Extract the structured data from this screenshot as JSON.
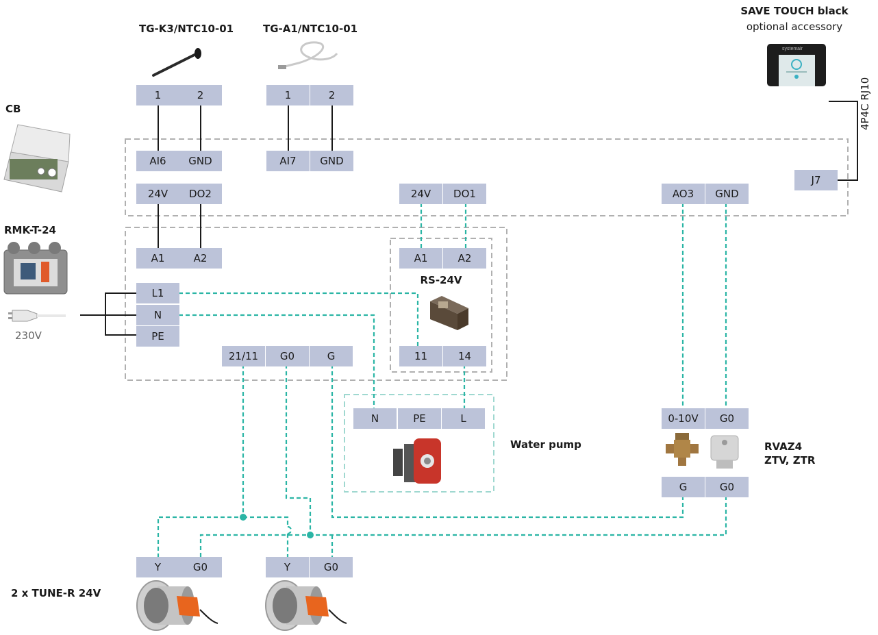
{
  "labels": {
    "tgk3": "TG-K3/NTC10-01",
    "tga1": "TG-A1/NTC10-01",
    "save_touch_title": "SAVE TOUCH black",
    "save_touch_sub": "optional accessory",
    "rj10": "4P4C RJ10",
    "cb": "CB",
    "rmk": "RMK-T-24",
    "v230": "230V",
    "rs24v": "RS-24V",
    "water_pump": "Water pump",
    "rvaz4": "RVAZ4",
    "ztv": "ZTV, ZTR",
    "tune_r": "2 x TUNE-R 24V",
    "device_brand": "systemair"
  },
  "terminals": {
    "tgk3_1": "1",
    "tgk3_2": "2",
    "tga1_1": "1",
    "tga1_2": "2",
    "ai6": "AI6",
    "gnd_cb1": "GND",
    "ai7": "AI7",
    "gnd_cb2": "GND",
    "j7": "J7",
    "v24_a": "24V",
    "do2": "DO2",
    "v24_b": "24V",
    "do1": "DO1",
    "ao3": "AO3",
    "gnd_ao": "GND",
    "rmk_a1": "A1",
    "rmk_a2": "A2",
    "rs_a1": "A1",
    "rs_a2": "A2",
    "l1": "L1",
    "n": "N",
    "pe": "PE",
    "t2111": "21/11",
    "g0_rmk": "G0",
    "g_rmk": "G",
    "rs_11": "11",
    "rs_14": "14",
    "pump_n": "N",
    "pump_pe": "PE",
    "pump_l": "L",
    "v0_10": "0-10V",
    "g0_valve_top": "G0",
    "g_valve": "G",
    "g0_valve_bot": "G0",
    "tune1_y": "Y",
    "tune1_g0": "G0",
    "tune2_y": "Y",
    "tune2_g0": "G0"
  },
  "colors": {
    "terminal_fill": "#bcc3d9",
    "control_wire": "#1a1a1a",
    "field_wire": "#2bb5a5",
    "enclosure_dash": "#b0b0b0",
    "pump_frame_dash": "#9fd8d0"
  }
}
